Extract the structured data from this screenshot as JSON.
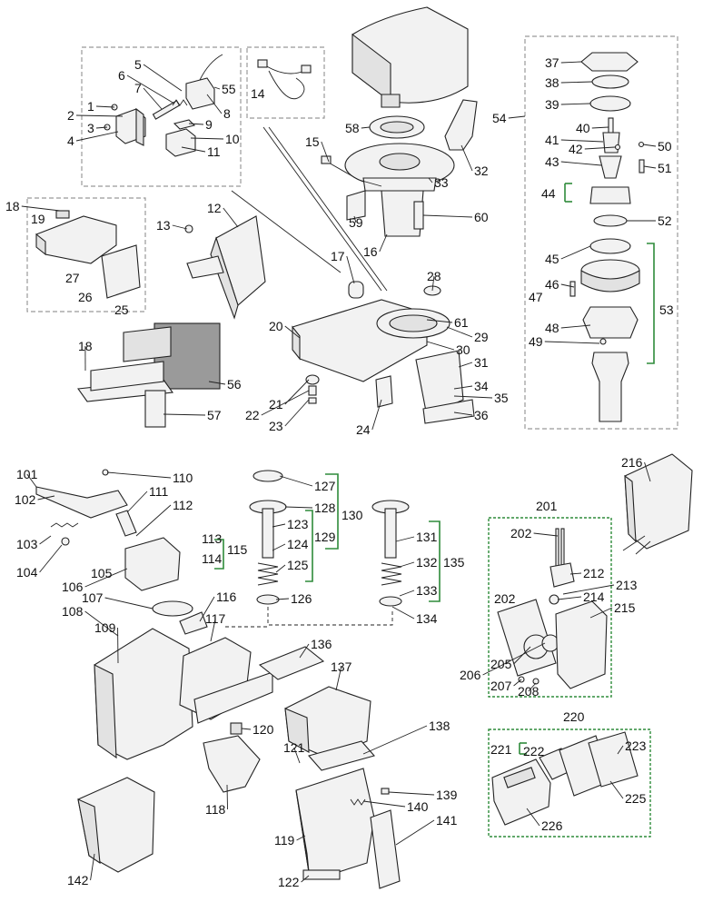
{
  "labels": {
    "l1": "1",
    "l2": "2",
    "l3": "3",
    "l4": "4",
    "l5": "5",
    "l6": "6",
    "l7": "7",
    "l8": "8",
    "l9": "9",
    "l10": "10",
    "l11": "11",
    "l12": "12",
    "l13": "13",
    "l14": "14",
    "l15": "15",
    "l16": "16",
    "l17": "17",
    "l18a": "18",
    "l18b": "18",
    "l19": "19",
    "l20": "20",
    "l21": "21",
    "l22": "22",
    "l23": "23",
    "l24": "24",
    "l25": "25",
    "l26": "26",
    "l27": "27",
    "l28": "28",
    "l29": "29",
    "l30": "30",
    "l31": "31",
    "l32": "32",
    "l33": "33",
    "l34": "34",
    "l35": "35",
    "l36": "36",
    "l37": "37",
    "l38": "38",
    "l39": "39",
    "l40": "40",
    "l41": "41",
    "l42": "42",
    "l43": "43",
    "l44": "44",
    "l45": "45",
    "l46": "46",
    "l47": "47",
    "l48": "48",
    "l49": "49",
    "l50": "50",
    "l51": "51",
    "l52": "52",
    "l53": "53",
    "l54": "54",
    "l55": "55",
    "l56": "56",
    "l57": "57",
    "l58": "58",
    "l59": "59",
    "l60": "60",
    "l61": "61",
    "l101": "101",
    "l102": "102",
    "l103": "103",
    "l104": "104",
    "l105": "105",
    "l106": "106",
    "l107": "107",
    "l108": "108",
    "l109": "109",
    "l110": "110",
    "l111": "111",
    "l112": "112",
    "l113": "113",
    "l114": "114",
    "l115": "115",
    "l116": "116",
    "l117": "117",
    "l118": "118",
    "l119": "119",
    "l120": "120",
    "l121": "121",
    "l122": "122",
    "l123": "123",
    "l124": "124",
    "l125": "125",
    "l126": "126",
    "l127": "127",
    "l128": "128",
    "l129": "129",
    "l130": "130",
    "l131": "131",
    "l132": "132",
    "l133": "133",
    "l134": "134",
    "l135": "135",
    "l136": "136",
    "l137": "137",
    "l138": "138",
    "l139": "139",
    "l140": "140",
    "l141": "141",
    "l142": "142",
    "l201": "201",
    "l202a": "202",
    "l202b": "202",
    "l205": "205",
    "l206": "206",
    "l207": "207",
    "l208": "208",
    "l212": "212",
    "l213": "213",
    "l214": "214",
    "l215": "215",
    "l216": "216",
    "l220": "220",
    "l221": "221",
    "l222": "222",
    "l223": "223",
    "l225": "225",
    "l226": "226"
  },
  "colors": {
    "ink": "#222222",
    "group_border": "#999999",
    "green_group": "#2e8b3a",
    "fill": "#f2f2f2",
    "shade": "#9a9a9a"
  }
}
